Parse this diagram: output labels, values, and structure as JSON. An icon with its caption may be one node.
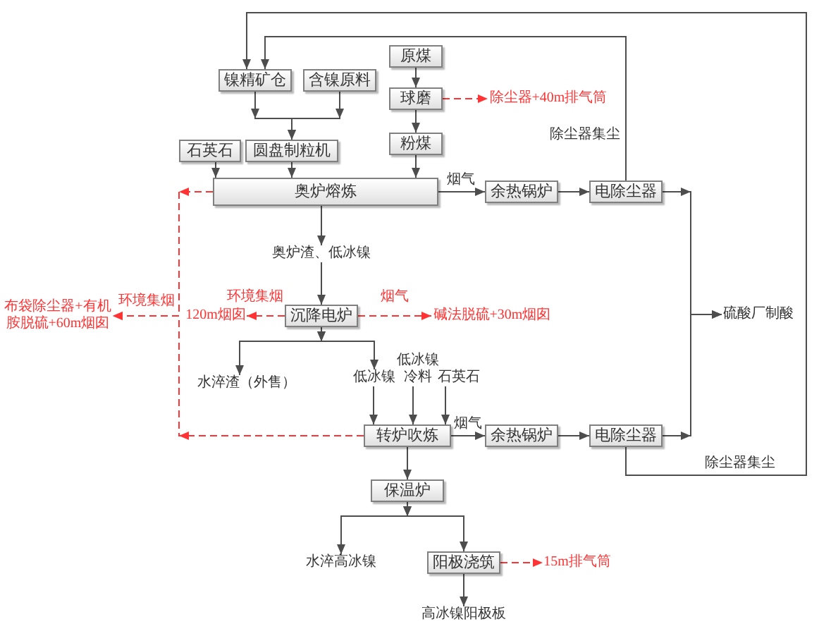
{
  "diagram": {
    "nodes": [
      {
        "text": [
          "镍精矿仓"
        ]
      },
      {
        "text": [
          "含镍原料"
        ]
      },
      {
        "text": [
          "原煤"
        ]
      },
      {
        "text": [
          "球磨"
        ]
      },
      {
        "text": [
          "除尘器+40m排气筒"
        ]
      },
      {
        "text": [
          "粉煤"
        ]
      },
      {
        "text": [
          "石英石"
        ]
      },
      {
        "text": [
          "圆盘制粒机"
        ]
      },
      {
        "text": [
          "奥炉熔炼"
        ]
      },
      {
        "text": [
          "余热锅炉"
        ]
      },
      {
        "text": [
          "电除尘器"
        ]
      },
      {
        "text": [
          "奥炉渣、低冰镍"
        ]
      },
      {
        "text": [
          "布袋除尘器+有机胺脱硫+60m烟囱"
        ]
      },
      {
        "text": [
          "120m烟囱"
        ]
      },
      {
        "text": [
          "沉降电炉"
        ]
      },
      {
        "text": [
          "碱法脱硫+30m烟囱"
        ]
      },
      {
        "text": [
          "硫酸厂制酸"
        ]
      },
      {
        "text": [
          "低冰镍冷料"
        ]
      },
      {
        "text": [
          "水淬渣（外售）"
        ]
      },
      {
        "text": [
          "低冰镍"
        ]
      },
      {
        "text": [
          "石英石"
        ]
      },
      {
        "text": [
          "转炉吹炼"
        ]
      },
      {
        "text": [
          "余热锅炉"
        ]
      },
      {
        "text": [
          "电除尘器"
        ]
      },
      {
        "text": [
          "保温炉"
        ]
      },
      {
        "text": [
          "水淬高冰镍"
        ]
      },
      {
        "text": [
          "阳极浇筑"
        ]
      },
      {
        "text": [
          "15m排气筒"
        ]
      },
      {
        "text": [
          "高冰镍阳极板"
        ]
      }
    ],
    "edges": [
      {
        "from": 2,
        "to": 3,
        "arrow": "to"
      },
      {
        "from": 3,
        "to": 5,
        "arrow": "to"
      },
      {
        "from": 3,
        "to": 4,
        "arrow": "to",
        "style": "dashed",
        "color": "#ff3333"
      },
      {
        "from": 0,
        "to": 7,
        "arrow": "to"
      },
      {
        "from": 1,
        "to": 7,
        "arrow": "to"
      },
      {
        "from": 6,
        "to": 8,
        "arrow": "to"
      },
      {
        "from": 7,
        "to": 8,
        "arrow": "to"
      },
      {
        "from": 5,
        "to": 8,
        "arrow": "to"
      },
      {
        "from": 8,
        "to": 9,
        "arrow": "to",
        "label": "烟气"
      },
      {
        "from": 9,
        "to": 10,
        "arrow": "to"
      },
      {
        "from": 10,
        "to": 16,
        "arrow": "to"
      },
      {
        "from": 10,
        "to": 0,
        "arrow": "to",
        "label": "除尘器集尘"
      },
      {
        "from": 8,
        "to": 11,
        "arrow": "to"
      },
      {
        "from": 11,
        "to": 14,
        "arrow": "to"
      },
      {
        "from": 14,
        "to": 13,
        "arrow": "to",
        "label": "环境集烟",
        "style": "dashed",
        "color": "#ff3333"
      },
      {
        "from": 14,
        "to": 15,
        "arrow": "to",
        "label": "烟气",
        "style": "dashed",
        "color": "#ff3333"
      },
      {
        "from": 8,
        "to": 12,
        "arrow": "to",
        "label": "环境集烟",
        "style": "dashed",
        "color": "#ff3333"
      },
      {
        "from": 21,
        "to": 12,
        "arrow": "to",
        "style": "dashed",
        "color": "#ff3333"
      },
      {
        "from": 14,
        "to": 18,
        "arrow": "to"
      },
      {
        "from": 14,
        "to": 19,
        "arrow": "to"
      },
      {
        "from": 19,
        "to": 21,
        "arrow": "to"
      },
      {
        "from": 17,
        "to": 21,
        "arrow": "to"
      },
      {
        "from": 20,
        "to": 21,
        "arrow": "to"
      },
      {
        "from": 21,
        "to": 22,
        "arrow": "to",
        "label": "烟气"
      },
      {
        "from": 22,
        "to": 23,
        "arrow": "to"
      },
      {
        "from": 23,
        "to": 16,
        "arrow": "to"
      },
      {
        "from": 23,
        "to": 0,
        "arrow": "to",
        "label": "除尘器集尘"
      },
      {
        "from": 21,
        "to": 24,
        "arrow": "to"
      },
      {
        "from": 24,
        "to": 25,
        "arrow": "to"
      },
      {
        "from": 24,
        "to": 26,
        "arrow": "to"
      },
      {
        "from": 26,
        "to": 27,
        "arrow": "to",
        "style": "dashed",
        "color": "#ff3333"
      },
      {
        "from": 26,
        "to": 28,
        "arrow": "to"
      }
    ]
  }
}
